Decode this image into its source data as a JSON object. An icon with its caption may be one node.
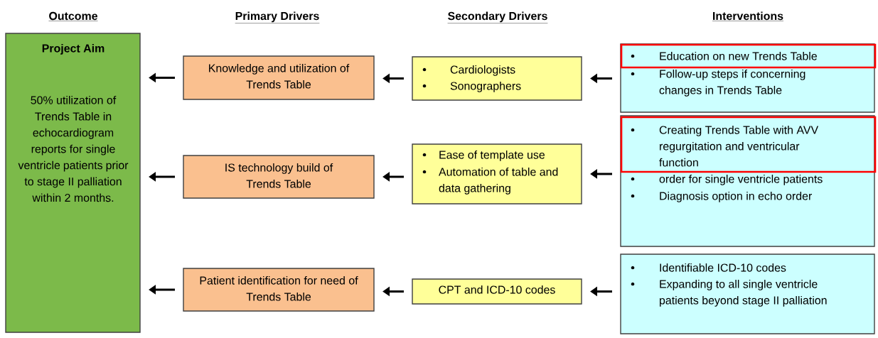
{
  "diagram": {
    "nodes": [
      {
        "text": [
          "Project Aim",
          "50% utilization of Trends Table in echocardiogram reports for single ventricle patients prior to stage II palliation within 2 months."
        ]
      },
      {
        "text": [
          "Knowledge and utilization of Trends Table"
        ]
      },
      {
        "text": [
          "IS technology build of Trends Table"
        ]
      },
      {
        "text": [
          "Patient identification for need of Trends Table"
        ]
      },
      {
        "text": [
          "Cardiologists",
          "Sonographers"
        ]
      },
      {
        "text": [
          "Ease of template use",
          "Automation of table and data gathering"
        ]
      },
      {
        "text": [
          "CPT and ICD-10 codes"
        ]
      },
      {
        "text": [
          "Follow-up steps if concerning changes in Trends Table"
        ]
      },
      {
        "text": [
          "Education on new Trends Table"
        ],
        "in": 7
      },
      {
        "text": [
          "order for single ventricle patients",
          "Diagnosis option in echo order"
        ]
      },
      {
        "text": [
          "Creating Trends Table with AVV regurgitation and ventricular function"
        ],
        "in": 9
      },
      {
        "text": [
          "Identifiable ICD-10 codes",
          "Expanding to all single ventricle patients beyond stage II palliation"
        ]
      }
    ],
    "edges": [
      {
        "from": 1,
        "to": 0,
        "arrow": "to"
      },
      {
        "from": 2,
        "to": 0,
        "arrow": "to"
      },
      {
        "from": 3,
        "to": 0,
        "arrow": "to"
      },
      {
        "from": 4,
        "to": 1,
        "arrow": "to"
      },
      {
        "from": 5,
        "to": 2,
        "arrow": "to"
      },
      {
        "from": 6,
        "to": 3,
        "arrow": "to"
      },
      {
        "from": 7,
        "to": 4,
        "arrow": "to"
      },
      {
        "from": 9,
        "to": 5,
        "arrow": "to"
      },
      {
        "from": 11,
        "to": 6,
        "arrow": "to"
      }
    ],
    "labels": [
      "Outcome",
      "Primary Drivers",
      "Secondary Drivers",
      "Interventions"
    ]
  }
}
